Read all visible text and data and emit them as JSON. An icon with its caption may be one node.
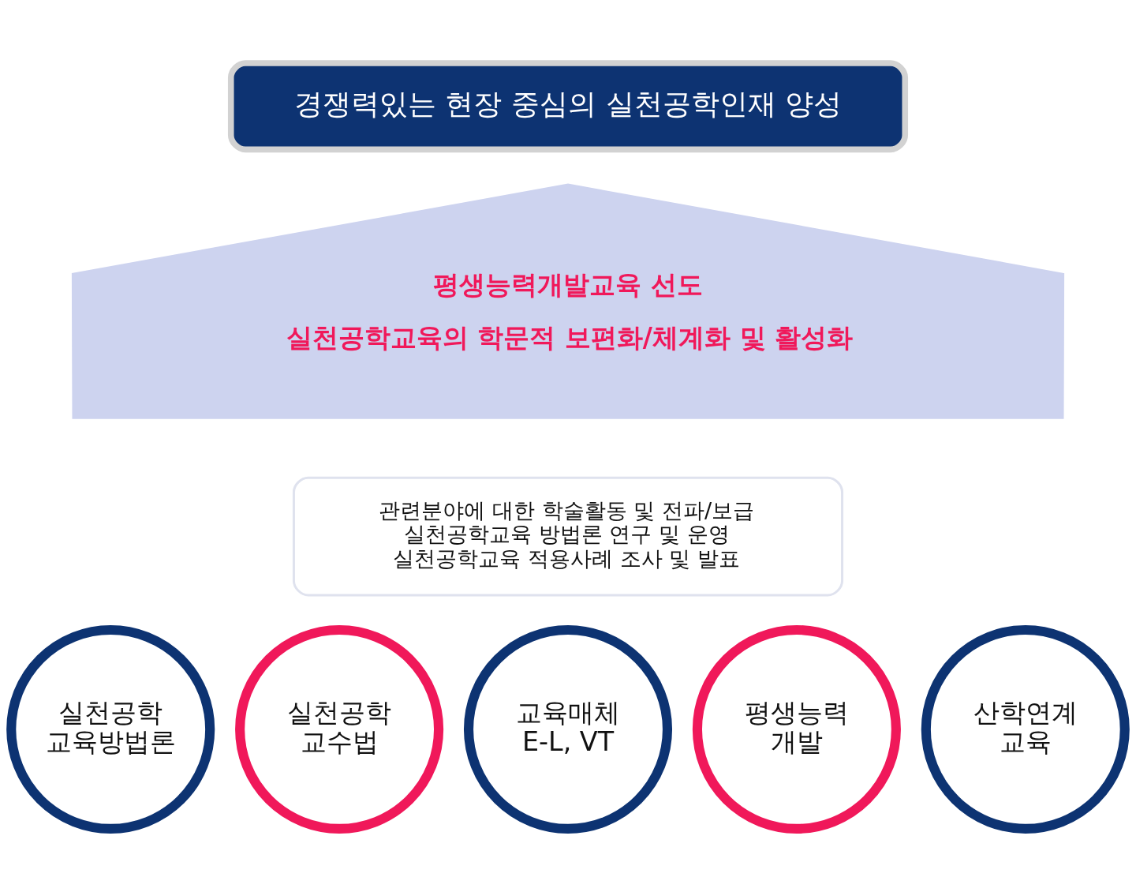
{
  "diagram": {
    "nodes": [
      {
        "text": [
          "경쟁력있는 현장 중심의 실천공학인재 양성"
        ]
      },
      {
        "text": [
          "평생능력개발교육 선도",
          "실천공학교육의 학문적 보편화/체계화 및 활성화"
        ]
      },
      {
        "text": [
          "관련분야에 대한 학술활동 및 전파/보급",
          "실천공학교육 방법론 연구 및 운영",
          "실천공학교육 적용사례 조사 및 발표"
        ]
      },
      {
        "text": [
          "실천공학 교육방법론"
        ]
      },
      {
        "text": [
          "실천공학 교수법"
        ]
      },
      {
        "text": [
          "교육매체 E-L, VT"
        ]
      },
      {
        "text": [
          "평생능력 개발"
        ]
      },
      {
        "text": [
          "산학연계 교육"
        ]
      }
    ]
  }
}
